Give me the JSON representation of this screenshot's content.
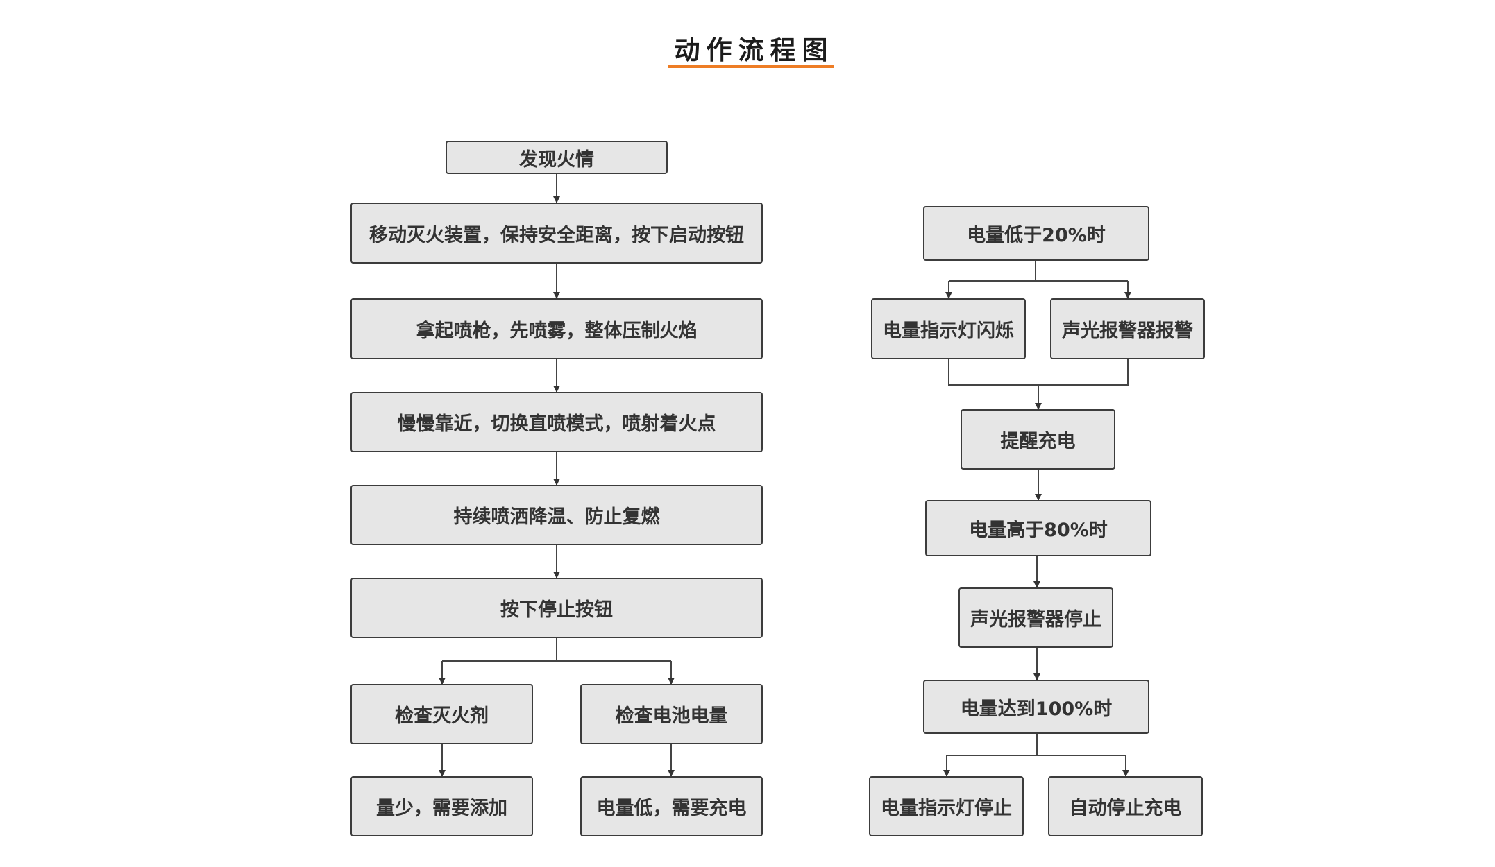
{
  "title": "动作流程图",
  "colors": {
    "accent": "#ee7d25",
    "box_fill": "#e6e6e6",
    "box_border": "#3c3c3c",
    "text": "#333333"
  },
  "left_flow": {
    "start": "发现火情",
    "step1": "移动灭火装置，保持安全距离，按下启动按钮",
    "step2": "拿起喷枪，先喷雾，整体压制火焰",
    "step3": "慢慢靠近，切换直喷模式，喷射着火点",
    "step4": "持续喷洒降温、防止复燃",
    "step5": "按下停止按钮",
    "check_agent": "检查灭火剂",
    "check_battery": "检查电池电量",
    "agent_result": "量少，需要添加",
    "battery_result": "电量低，需要充电"
  },
  "right_flow": {
    "battery_low": "电量低于20%时",
    "indicator_flash": "电量指示灯闪烁",
    "alarm": "声光报警器报警",
    "remind_charge": "提醒充电",
    "battery_80": "电量高于80%时",
    "alarm_stop": "声光报警器停止",
    "battery_full": "电量达到100%时",
    "indicator_stop": "电量指示灯停止",
    "auto_stop": "自动停止充电"
  }
}
